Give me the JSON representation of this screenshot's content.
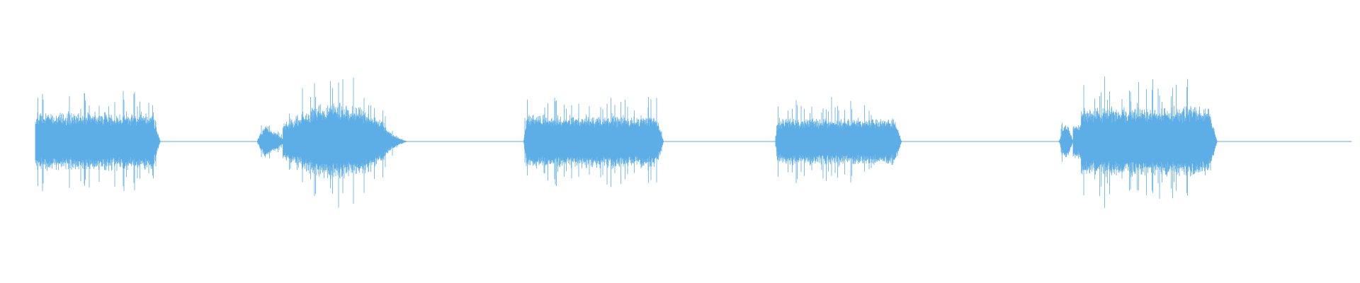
{
  "waveform": {
    "color": "#5daee6",
    "background": "#ffffff",
    "baseline_amplitude": 0.004,
    "segments": [
      {
        "start": 0.023,
        "end": 0.118,
        "amp": 0.46,
        "shape": "flat",
        "attack": 0.004,
        "release": 0.006
      },
      {
        "start": 0.189,
        "end": 0.3,
        "amp": 0.62,
        "shape": "swell",
        "pre_burst_end": 0.208,
        "attack": 0.006,
        "release": 0.018
      },
      {
        "start": 0.385,
        "end": 0.488,
        "amp": 0.42,
        "shape": "flat",
        "attack": 0.002,
        "release": 0.005
      },
      {
        "start": 0.57,
        "end": 0.663,
        "amp": 0.38,
        "shape": "flat",
        "attack": 0.002,
        "release": 0.005
      },
      {
        "start": 0.778,
        "end": 0.895,
        "amp": 0.56,
        "shape": "split",
        "pre_burst_end": 0.789,
        "attack": 0.003,
        "release": 0.006
      }
    ]
  }
}
